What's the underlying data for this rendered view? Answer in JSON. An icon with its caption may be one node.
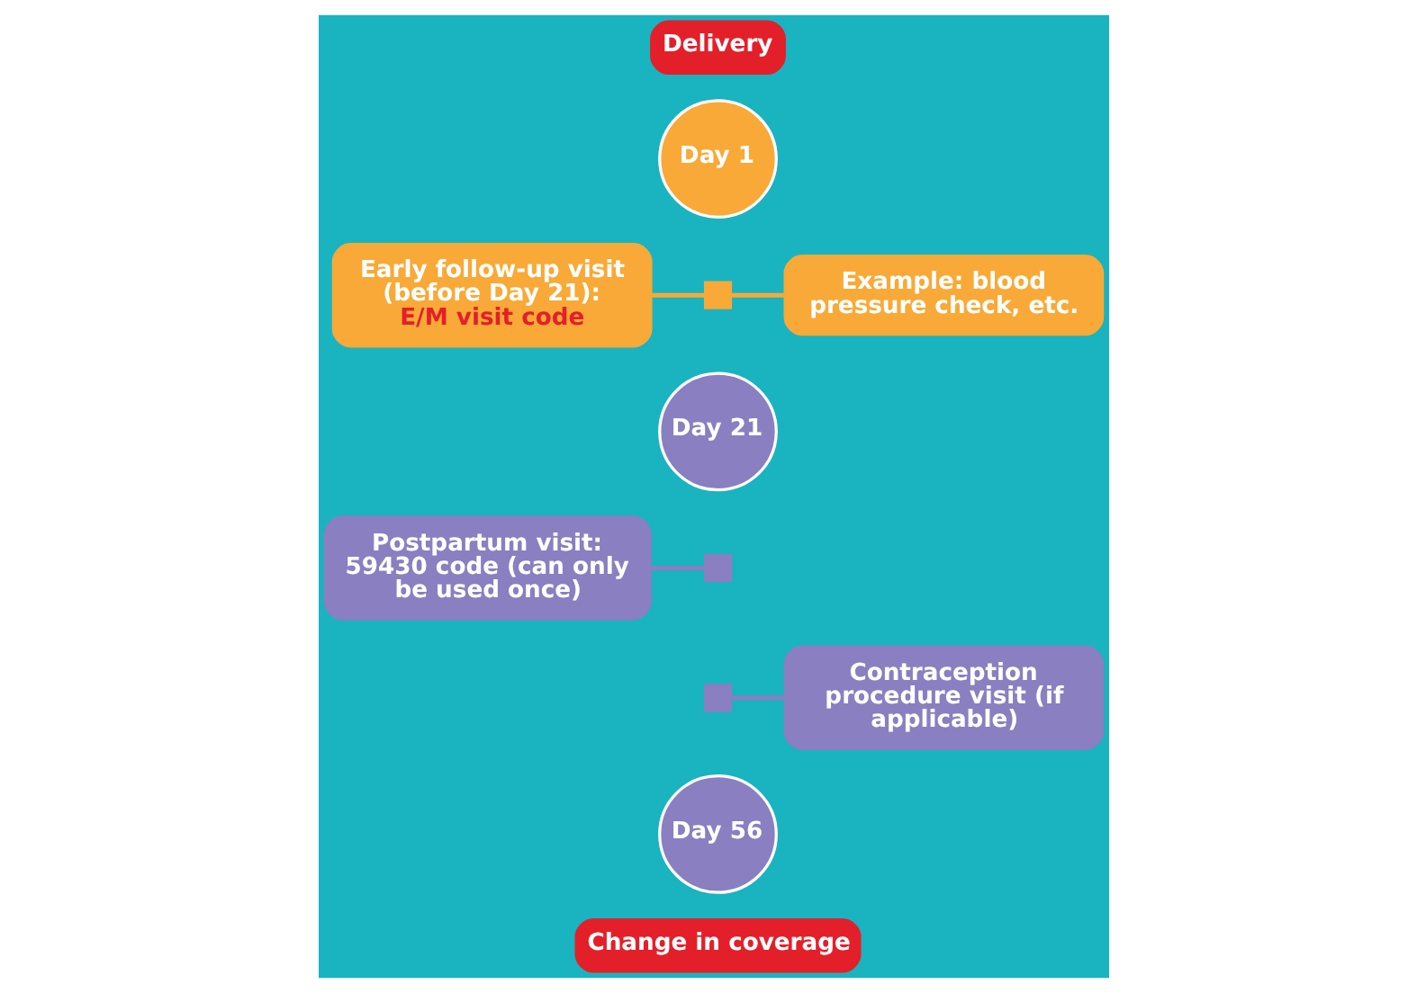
{
  "diagram": {
    "nodes": [
      {
        "text": [
          "Delivery"
        ]
      },
      {
        "text": [
          "Day 1"
        ]
      },
      {
        "text": [
          "Early follow-up visit (before Day 21):",
          "E/M visit code"
        ]
      },
      {
        "text": [],
        "shape": "box"
      },
      {
        "text": [
          "Example: blood pressure check, etc."
        ]
      },
      {
        "text": [
          "Day 21"
        ]
      },
      {
        "text": [
          "Postpartum visit: 59430 code (can only be used once)"
        ]
      },
      {
        "text": [],
        "shape": "box"
      },
      {
        "text": [],
        "shape": "box"
      },
      {
        "text": [
          "Contraception procedure visit (if applicable)"
        ]
      },
      {
        "text": [
          "Day 56"
        ]
      },
      {
        "text": [
          "Change in coverage"
        ]
      }
    ],
    "edges": [
      {
        "from": 2,
        "to": 3,
        "arrow": "none",
        "color": "#f9a937"
      },
      {
        "from": 3,
        "to": 4,
        "arrow": "none",
        "color": "#f9a937"
      },
      {
        "from": 6,
        "to": 7,
        "arrow": "none",
        "color": "#8a7fc0"
      },
      {
        "from": 8,
        "to": 9,
        "arrow": "none",
        "color": "#8a7fc0"
      }
    ]
  }
}
